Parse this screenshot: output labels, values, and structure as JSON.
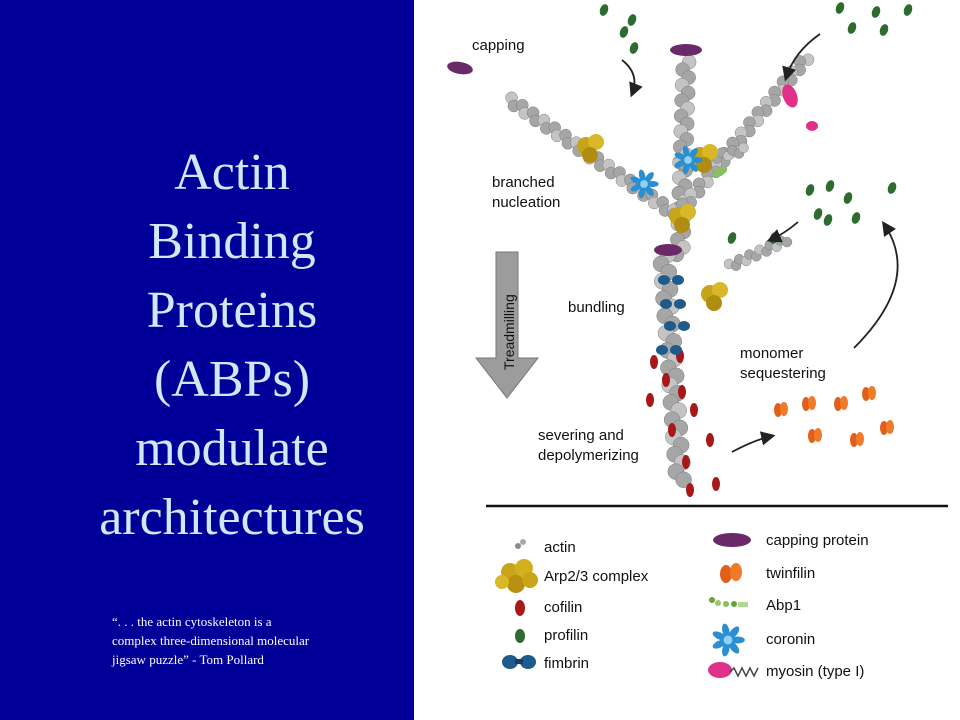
{
  "title": {
    "lines": [
      "Actin",
      "Binding",
      "Proteins",
      "(ABPs)",
      "modulate",
      "architectures"
    ]
  },
  "quote": {
    "lines": [
      "“. . . the actin cytoskeleton is a",
      "complex three-dimensional molecular",
      "jigsaw puzzle” - Tom Pollard"
    ]
  },
  "diagram": {
    "labels": {
      "capping": "capping",
      "branched_1": "branched",
      "branched_2": "nucleation",
      "bundling": "bundling",
      "monomer_1": "monomer",
      "monomer_2": "sequestering",
      "severing_1": "severing and",
      "severing_2": "depolymerizing",
      "treadmilling": "Treadmilling"
    },
    "legend": {
      "left": [
        "actin",
        "Arp2/3 complex",
        "cofilin",
        "profilin",
        "fimbrin"
      ],
      "right": [
        "capping protein",
        "twinfilin",
        "Abp1",
        "coronin",
        "myosin (type I)"
      ]
    },
    "colors": {
      "actin": "#9a9a9a",
      "arp23": "#c8a418",
      "cofilin": "#a81818",
      "profilin": "#2e6b2e",
      "fimbrin": "#1e5a8c",
      "capping": "#6a2a6a",
      "twinfilin": "#e0601a",
      "abp1": "#88c060",
      "coronin": "#2a8fd0",
      "myosin": "#e0308a"
    }
  }
}
